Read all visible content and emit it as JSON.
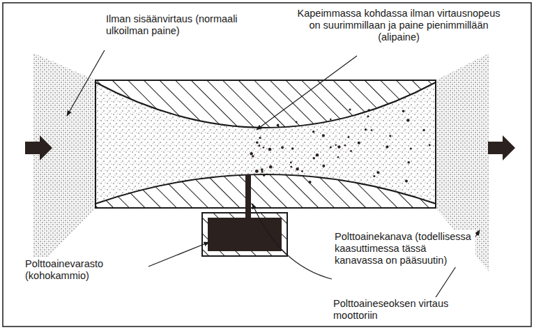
{
  "diagram": {
    "labels": [
      "Ilman sisäänvirtaus (normaali ulkoilman paine)",
      "Kapeimmassa kohdassa ilman virtausnopeus on suurimmillaan ja paine pienimmillään (alipaine)",
      "Polttoainekanava (todellisessa kaasuttimessa tässä kanavassa on pääsuutin)",
      "Polttoainevarasto (kohokammio)",
      "Polttoaineseoksen virtaus moottoriin"
    ]
  }
}
